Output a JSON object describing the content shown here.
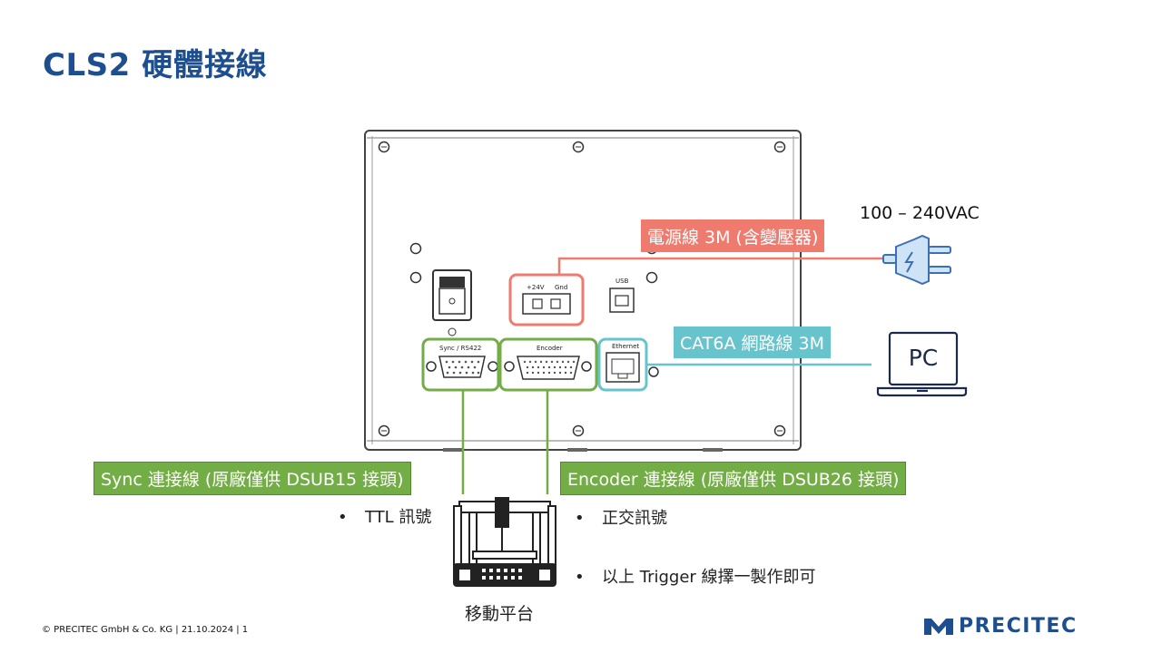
{
  "title": "CLS2 硬體接線",
  "labels": {
    "power": "電源線 3M (含變壓器)",
    "ethernet": "CAT6A 網路線 3M",
    "sync": "Sync 連接線 (原廠僅供 DSUB15 接頭)",
    "encoder": "Encoder 連接線 (原廠僅供 DSUB26 接頭)"
  },
  "voltage": "100 – 240VAC",
  "pc": "PC",
  "ports": {
    "plus24v": "+24V",
    "gnd": "Gnd",
    "usb": "USB",
    "sync": "Sync / RS422",
    "encoder": "Encoder",
    "ethernet": "Ethernet"
  },
  "bullets": {
    "sync": [
      "TTL 訊號"
    ],
    "encoder": [
      "正交訊號",
      "以上 Trigger 線擇一製作即可"
    ]
  },
  "stage_label": "移動平台",
  "footer": "© PRECITEC GmbH & Co. KG | 21.10.2024 | 1",
  "logo": "PRECITEC",
  "colors": {
    "title": "#1d4e8f",
    "power": "#ef7b6e",
    "ethernet": "#67c4cc",
    "sync_encoder": "#73ad45",
    "logo": "#1d4e8f"
  },
  "icons": [
    "power-plug-icon",
    "laptop-icon",
    "motion-stage-icon",
    "precitec-logo-icon",
    "power-switch-icon"
  ]
}
